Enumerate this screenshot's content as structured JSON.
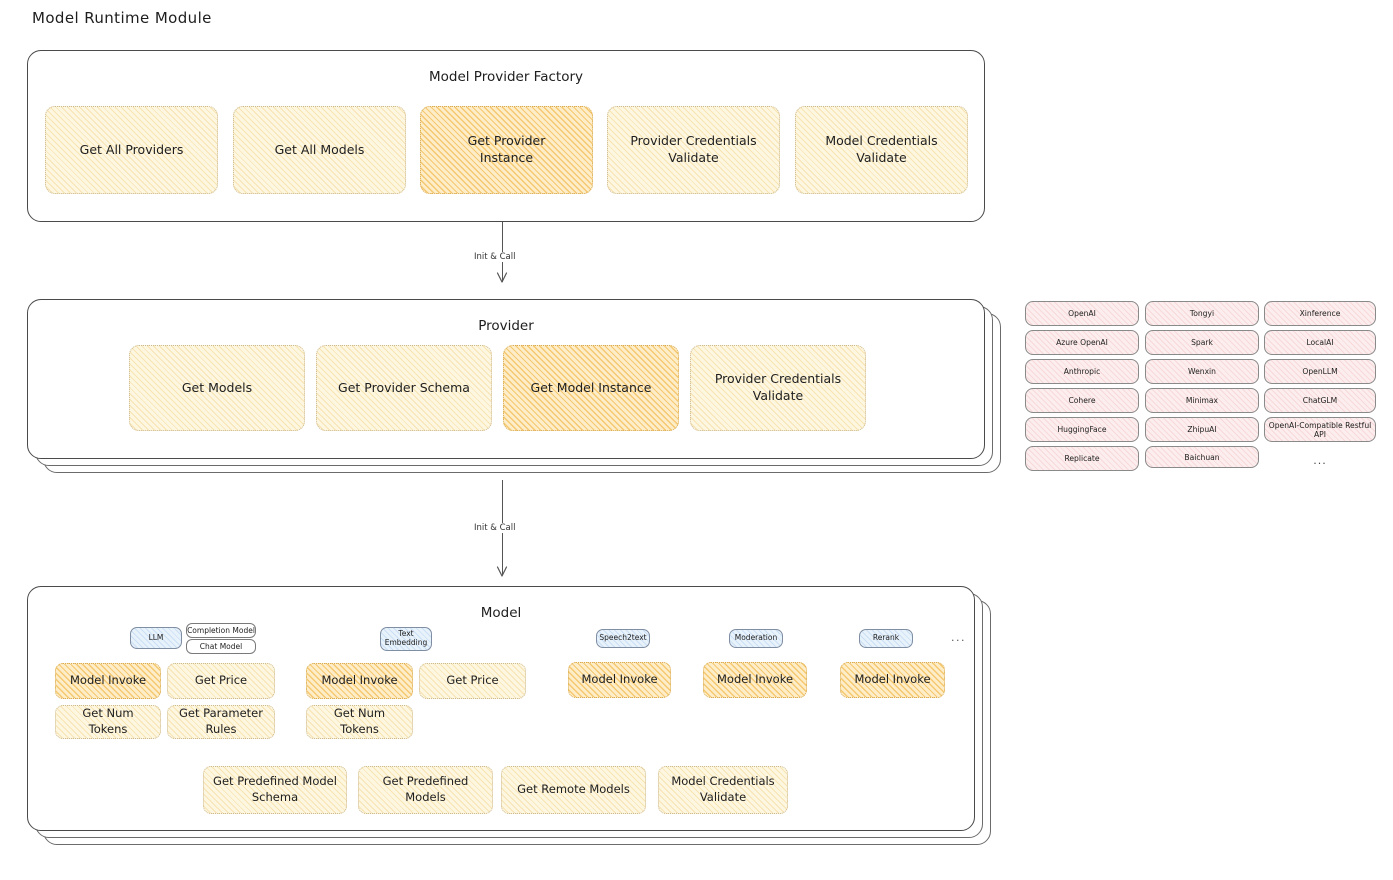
{
  "page": {
    "title": "Model Runtime Module"
  },
  "factory": {
    "title": "Model Provider Factory",
    "boxes": [
      {
        "label": "Get All Providers",
        "highlight": false
      },
      {
        "label": "Get All Models",
        "highlight": false
      },
      {
        "label": "Get Provider\nInstance",
        "highlight": true
      },
      {
        "label": "Provider Credentials\nValidate",
        "highlight": false
      },
      {
        "label": "Model Credentials\nValidate",
        "highlight": false
      }
    ]
  },
  "arrow1": {
    "label": "Init & Call"
  },
  "provider": {
    "title": "Provider",
    "boxes": [
      {
        "label": "Get Models",
        "highlight": false
      },
      {
        "label": "Get Provider Schema",
        "highlight": false
      },
      {
        "label": "Get Model Instance",
        "highlight": true
      },
      {
        "label": "Provider Credentials\nValidate",
        "highlight": false
      }
    ]
  },
  "arrow2": {
    "label": "Init & Call"
  },
  "provider_list": {
    "columns": [
      [
        "OpenAI",
        "Azure OpenAI",
        "Anthropic",
        "Cohere",
        "HuggingFace",
        "Replicate"
      ],
      [
        "Tongyi",
        "Spark",
        "Wenxin",
        "Minimax",
        "ZhipuAI",
        "Baichuan"
      ],
      [
        "Xinference",
        "LocalAI",
        "OpenLLM",
        "ChatGLM",
        "OpenAI-Compatible Restful API"
      ]
    ],
    "more": "..."
  },
  "model": {
    "title": "Model",
    "more_badge": "...",
    "groups": [
      {
        "badge": "LLM",
        "sub_badges": [
          "Completion Model",
          "Chat Model"
        ],
        "boxes": [
          {
            "label": "Model Invoke",
            "highlight": true
          },
          {
            "label": "Get Price",
            "highlight": false
          },
          {
            "label": "Get Num Tokens",
            "highlight": false
          },
          {
            "label": "Get Parameter\nRules",
            "highlight": false
          }
        ]
      },
      {
        "badge": "Text\nEmbedding",
        "sub_badges": [],
        "boxes": [
          {
            "label": "Model Invoke",
            "highlight": true
          },
          {
            "label": "Get Price",
            "highlight": false
          },
          {
            "label": "Get Num Tokens",
            "highlight": false
          }
        ]
      },
      {
        "badge": "Speech2text",
        "sub_badges": [],
        "boxes": [
          {
            "label": "Model Invoke",
            "highlight": true
          }
        ]
      },
      {
        "badge": "Moderation",
        "sub_badges": [],
        "boxes": [
          {
            "label": "Model Invoke",
            "highlight": true
          }
        ]
      },
      {
        "badge": "Rerank",
        "sub_badges": [],
        "boxes": [
          {
            "label": "Model Invoke",
            "highlight": true
          }
        ]
      }
    ],
    "common_boxes": [
      {
        "label": "Get Predefined Model\nSchema"
      },
      {
        "label": "Get Predefined\nModels"
      },
      {
        "label": "Get Remote Models"
      },
      {
        "label": "Model Credentials\nValidate"
      }
    ]
  },
  "colors": {
    "accent_yellow": "#fdf6e0",
    "accent_yellow_strong": "#fdedc8",
    "accent_blue": "#e8f2fb",
    "accent_pink": "#fceeee",
    "stroke": "#4a4a4a"
  }
}
